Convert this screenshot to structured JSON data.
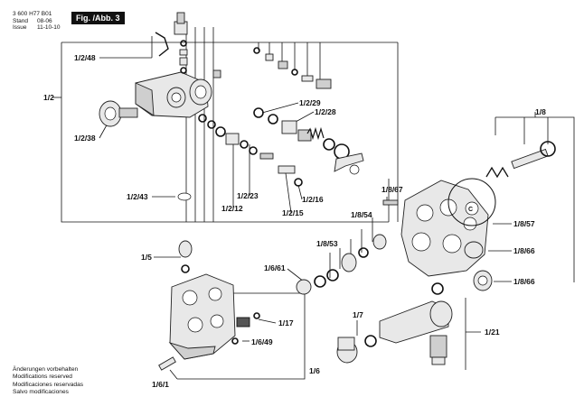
{
  "header": {
    "doc_number": "3 600 H77 B01",
    "stand_label": "Stand",
    "issue_label": "Issue",
    "stand_value": "08-06",
    "issue_value": "11-10-10",
    "fig_label": "Fig. /Abb. 3"
  },
  "callouts": {
    "c1_2": "1/2",
    "c1_2_48": "1/2/48",
    "c1_2_38": "1/2/38",
    "c1_2_43": "1/2/43",
    "c1_2_29": "1/2/29",
    "c1_2_28": "1/2/28",
    "c1_2_23": "1/2/23",
    "c1_2_12": "1/2/12",
    "c1_2_16": "1/2/16",
    "c1_2_15": "1/2/15",
    "c1_8": "1/8",
    "c1_8_67": "1/8/67",
    "c1_8_54": "1/8/54",
    "c1_8_53": "1/8/53",
    "c1_8_57": "1/8/57",
    "c1_8_66a": "1/8/66",
    "c1_8_66b": "1/8/66",
    "c1_5": "1/5",
    "c1_6_61": "1/6/61",
    "c1_17": "1/17",
    "c1_6_49": "1/6/49",
    "c1_6": "1/6",
    "c1_6_1": "1/6/1",
    "c1_7": "1/7",
    "c1_21": "1/21",
    "marker_c": "C"
  },
  "notes": [
    "Änderungen vorbehalten",
    "Modifications reserved",
    "Modificaciones reservadas",
    "Salvo modificaciones"
  ]
}
